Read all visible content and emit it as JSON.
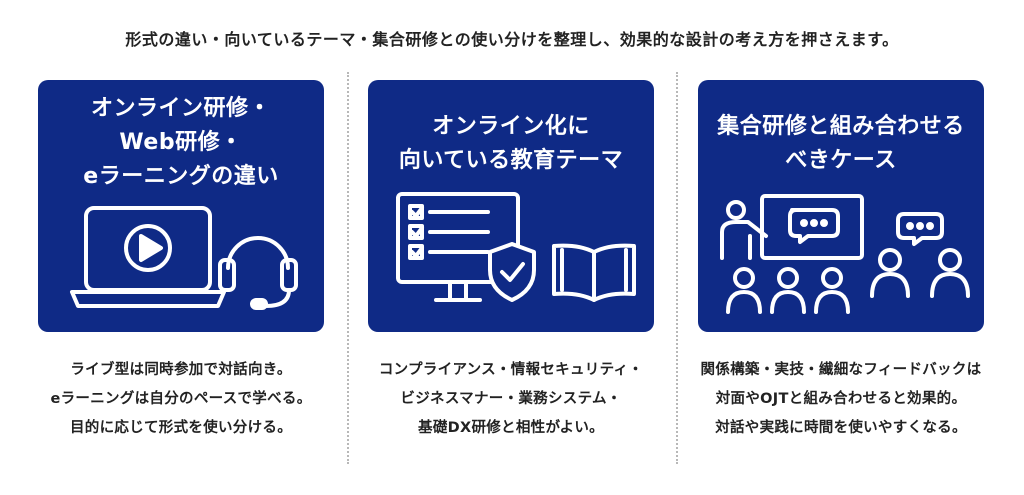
{
  "intro": "形式の違い・向いているテーマ・集合研修との使い分けを整理し、効果的な設計の考え方を押さえます。",
  "colors": {
    "card_bg": "#0f2a86",
    "icon_stroke": "#ffffff",
    "divider": "#b8b8b8"
  },
  "cards": [
    {
      "title_lines": [
        "オンライン研修・",
        "Web研修・",
        "eラーニングの違い"
      ],
      "icons": [
        "laptop-play-icon",
        "headset-icon"
      ],
      "desc_lines": [
        "ライブ型は同時参加で対話向き。",
        "eラーニングは自分のペースで学べる。",
        "目的に応じて形式を使い分ける。"
      ]
    },
    {
      "title_lines": [
        "オンライン化に",
        "向いている教育テーマ"
      ],
      "icons": [
        "monitor-checklist-icon",
        "shield-check-icon",
        "open-book-icon"
      ],
      "desc_lines": [
        "コンプライアンス・情報セキュリティ・",
        "ビジネスマナー・業務システム・",
        "基礎DX研修と相性がよい。"
      ]
    },
    {
      "title_lines": [
        "集合研修と組み合わせる",
        "べきケース"
      ],
      "icons": [
        "presenter-board-icon",
        "audience-icon",
        "discussion-group-icon"
      ],
      "desc_lines": [
        "関係構築・実技・繊細なフィードバックは",
        "対面やOJTと組み合わせると効果的。",
        "対話や実践に時間を使いやすくなる。"
      ]
    }
  ]
}
